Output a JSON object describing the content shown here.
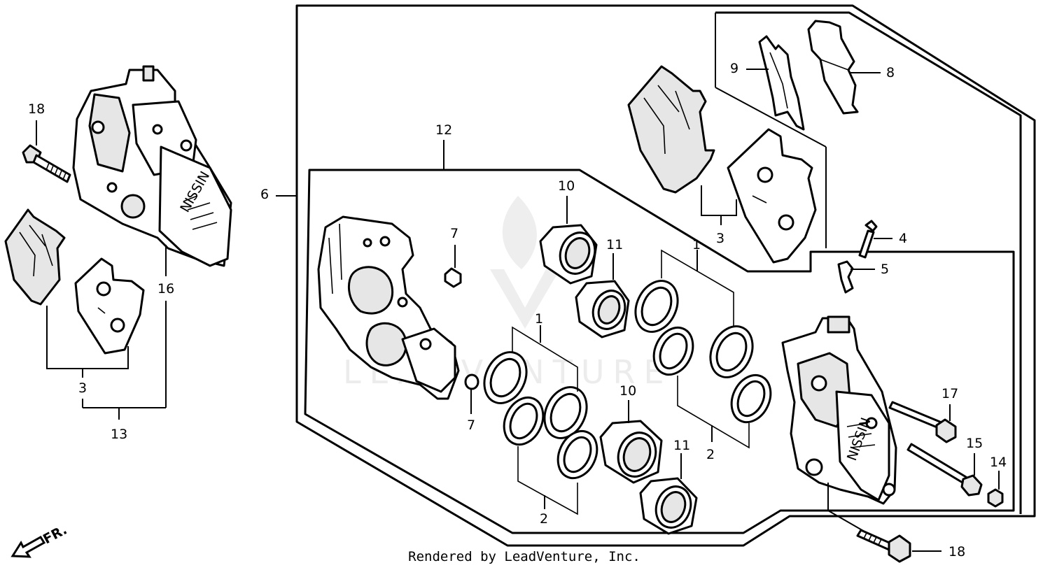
{
  "diagram": {
    "labels": {
      "l1a": "1",
      "l1b": "1",
      "l2a": "2",
      "l2b": "2",
      "l3a": "3",
      "l3b": "3",
      "l4": "4",
      "l5": "5",
      "l6": "6",
      "l7a": "7",
      "l7b": "7",
      "l8": "8",
      "l9": "9",
      "l10a": "10",
      "l10b": "10",
      "l11a": "11",
      "l11b": "11",
      "l12": "12",
      "l13": "13",
      "l14": "14",
      "l15": "15",
      "l16": "16",
      "l17": "17",
      "l18a": "18",
      "l18b": "18"
    },
    "front_arrow": "FR.",
    "brand_marks": "NISSIN",
    "watermark": "LEADVENTURE"
  },
  "footer": {
    "credit": "Rendered by LeadVenture, Inc."
  }
}
